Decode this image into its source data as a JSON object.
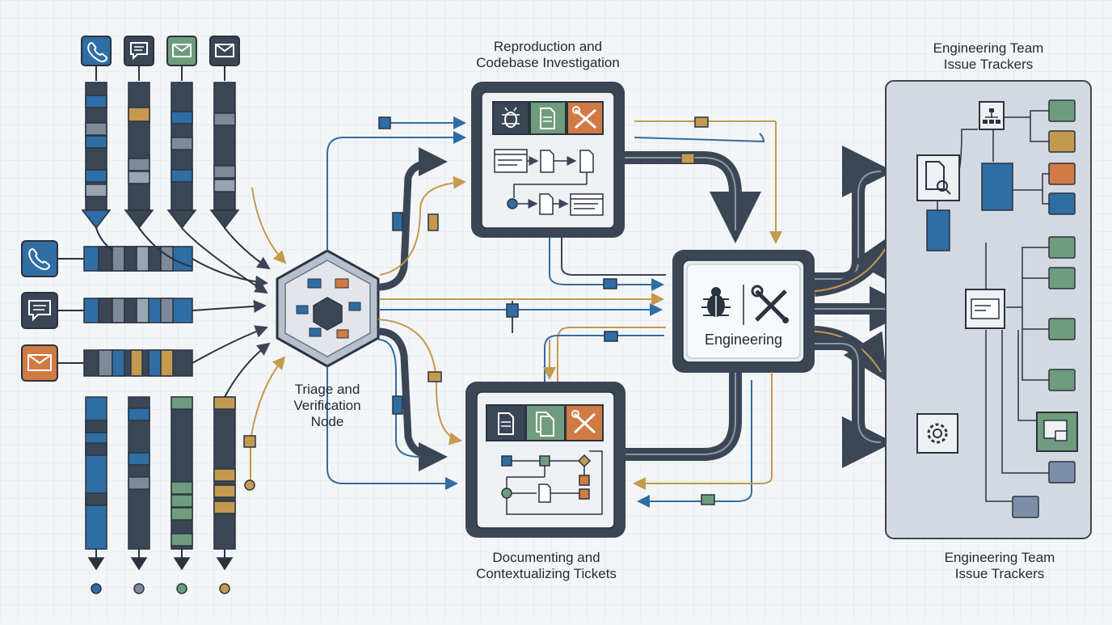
{
  "labels": {
    "reproduction_title_line1": "Reproduction and",
    "reproduction_title_line2": "Codebase Investigation",
    "tracker_title_top_line1": "Engineering Team",
    "tracker_title_top_line2": "Issue Trackers",
    "triage_line1": "Triage and",
    "triage_line2": "Verification",
    "triage_line3": "Node",
    "documenting_line1": "Documenting and",
    "documenting_line2": "Contextualizing Tickets",
    "tracker_title_bottom_line1": "Engineering Team",
    "tracker_title_bottom_line2": "Issue Trackers",
    "engineering": "Engineering"
  },
  "colors": {
    "dark": "#3a4656",
    "blue": "#2f6da3",
    "gold": "#c49a4e",
    "green": "#6f9c7c",
    "orange": "#d07a44",
    "panel": "#d3d9e0",
    "background": "#f3f5f7"
  },
  "icons": {
    "top_channels": [
      "phone-icon",
      "chat-icon",
      "mail-icon",
      "mail-icon"
    ],
    "left_channels": [
      "phone-icon",
      "chat-icon",
      "mail-icon"
    ],
    "reproduction": [
      "bug-icon",
      "document-icon",
      "wrench-icon"
    ],
    "documenting": [
      "document-icon",
      "documents-icon",
      "wrench-icon"
    ],
    "engineering": [
      "bug-icon",
      "wrench-icon"
    ],
    "trackers": [
      "search-document-icon",
      "hierarchy-icon",
      "window-icon",
      "gear-icon",
      "lock-window-icon"
    ]
  }
}
